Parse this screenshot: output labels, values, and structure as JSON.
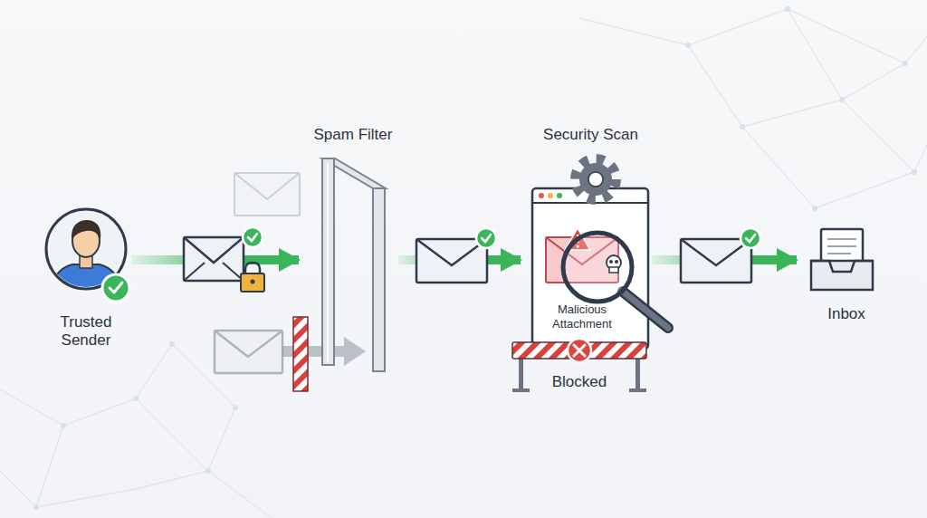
{
  "diagram": {
    "nodes": [
      {
        "text": [
          "Trusted Sender"
        ]
      },
      {
        "text": [
          "Spam Filter"
        ]
      },
      {
        "text": [
          "Security Scan",
          "Malicious Attachment"
        ]
      },
      {
        "text": [
          "Blocked"
        ]
      },
      {
        "text": [
          "Inbox"
        ]
      }
    ],
    "edges": [
      {
        "from": 0,
        "to": 1,
        "arrow": "to"
      },
      {
        "from": 1,
        "to": 2,
        "arrow": "to"
      },
      {
        "from": 2,
        "to": 4,
        "arrow": "to"
      }
    ]
  }
}
